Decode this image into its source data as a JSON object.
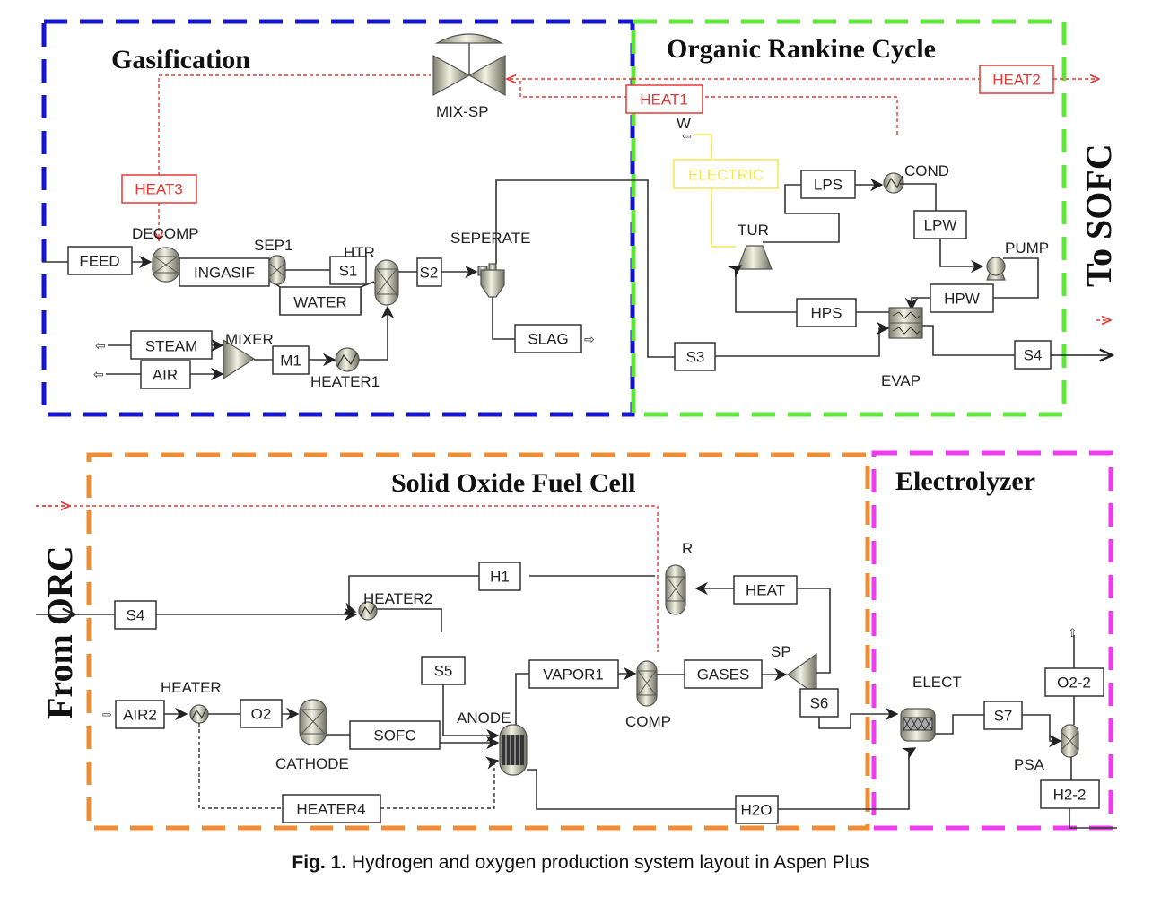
{
  "sections": {
    "gasification": {
      "title": "Gasification",
      "border_color": "#1515d6"
    },
    "orc": {
      "title": "Organic Rankine Cycle",
      "border_color": "#5ee83a"
    },
    "sofc": {
      "title": "Solid Oxide Fuel Cell",
      "border_color": "#f08c32"
    },
    "electrolyzer": {
      "title": "Electrolyzer",
      "border_color": "#ee3cee"
    }
  },
  "side_labels": {
    "to_sofc": "To SOFC",
    "from_orc": "From ORC"
  },
  "gasification": {
    "blocks": {
      "decomp": "DECOMP",
      "sep1": "SEP1",
      "htr": "HTR",
      "seperate": "SEPERATE",
      "mixer": "MIXER",
      "heater1": "HEATER1",
      "mix_sp": "MIX-SP"
    },
    "streams": {
      "feed": "FEED",
      "ingasif": "INGASIF",
      "s1": "S1",
      "water": "WATER",
      "s2": "S2",
      "slag": "SLAG",
      "steam": "STEAM",
      "air": "AIR",
      "m1": "M1"
    },
    "heat_streams": {
      "heat3": "HEAT3"
    }
  },
  "orc": {
    "blocks": {
      "cond": "COND",
      "tur": "TUR",
      "pump": "PUMP",
      "evap": "EVAP"
    },
    "streams": {
      "lps": "LPS",
      "lpw": "LPW",
      "hpw": "HPW",
      "hps": "HPS",
      "s3": "S3",
      "s4": "S4"
    },
    "heat_streams": {
      "heat1": "HEAT1",
      "heat2": "HEAT2"
    },
    "work_streams": {
      "electric": "ELECTRIC",
      "w": "W"
    }
  },
  "sofc": {
    "blocks": {
      "heater2": "HEATER2",
      "heater": "HEATER",
      "cathode": "CATHODE",
      "anode": "ANODE",
      "comp": "COMP",
      "r": "R",
      "sp": "SP"
    },
    "streams": {
      "s4": "S4",
      "h1": "H1",
      "s5": "S5",
      "air2": "AIR2",
      "o2": "O2",
      "sofc": "SOFC",
      "vapor1": "VAPOR1",
      "gases": "GASES",
      "heat": "HEAT",
      "s6": "S6",
      "heater4": "HEATER4",
      "h2o": "H2O"
    }
  },
  "electrolyzer": {
    "blocks": {
      "elect": "ELECT",
      "psa": "PSA"
    },
    "streams": {
      "s7": "S7",
      "o2_2": "O2-2",
      "h2_2": "H2-2"
    }
  },
  "caption": {
    "label": "Fig. 1.",
    "text": " Hydrogen and oxygen production system layout in Aspen Plus"
  }
}
